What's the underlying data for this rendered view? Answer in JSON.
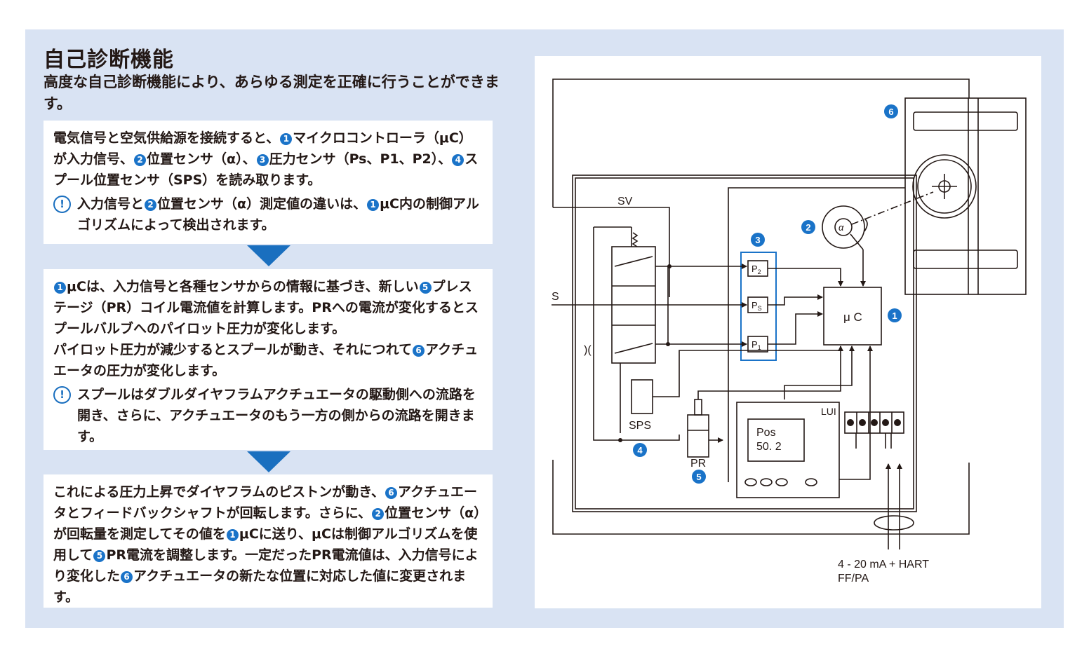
{
  "title": "自己診断機能",
  "intro": "高度な自己診断機能により、あらゆる測定を正確に行うことができます。",
  "box1": {
    "seg1": "電気信号と空気供給源を接続すると、",
    "seg2": "マイクロコントローラ（μC）が入力信号、",
    "seg3": "位置センサ（α）、",
    "seg4": "圧力センサ（Ps、P1、P2）、",
    "seg5": "スプール位置センサ（SPS）を読み取ります。",
    "note_a": "入力信号と",
    "note_b": "位置センサ（α）測定値の違いは、",
    "note_c": "μC内の制御アルゴリズムによって検出されます。"
  },
  "box2": {
    "seg1": "μCは、入力信号と各種センサからの情報に基づき、新しい",
    "seg2": "プレステージ（PR）コイル電流値を計算します。PRへの電流が変化するとスプールバルブへのパイロット圧力が変化します。",
    "seg3": "パイロット圧力が減少するとスプールが動き、それにつれて",
    "seg4": "アクチュエータの圧力が変化します。",
    "note": "スプールはダブルダイヤフラムアクチュエータの駆動側への流路を開き、さらに、アクチュエータのもう一方の側からの流路を開きます。"
  },
  "box3": {
    "seg1": "これによる圧力上昇でダイヤフラムのピストンが動き、",
    "seg2": "アクチュエータとフィードバックシャフトが回転します。さらに、",
    "seg3": "位置センサ（α）が回転量を測定してその値を",
    "seg4": "μCに送り、μCは制御アルゴリズムを使用して",
    "seg5": "PR電流を調整します。一定だったPR電流値は、入力信号により変化した",
    "seg6": "アクチュエータの新たな位置に対応した値に変更されます。"
  },
  "nums": {
    "n1": "1",
    "n2": "2",
    "n3": "3",
    "n4": "4",
    "n5": "5",
    "n6": "6"
  },
  "note_icon": "!",
  "diagram": {
    "sv": "SV",
    "s": "S",
    "sps": "SPS",
    "pr": "PR",
    "p2": "P",
    "p2_sub": "2",
    "ps": "P",
    "ps_sub": "S",
    "p1": "P",
    "p1_sub": "1",
    "uc": "μ C",
    "alpha": "α",
    "lui": "LUI",
    "pos_label": "Pos",
    "pos_value": "50. 2",
    "signal1": "4 - 20 mA + HART",
    "signal2": "FF/PA",
    "orifice": ")("
  },
  "colors": {
    "accent": "#1a73c8",
    "panel": "#d9e3f3"
  }
}
